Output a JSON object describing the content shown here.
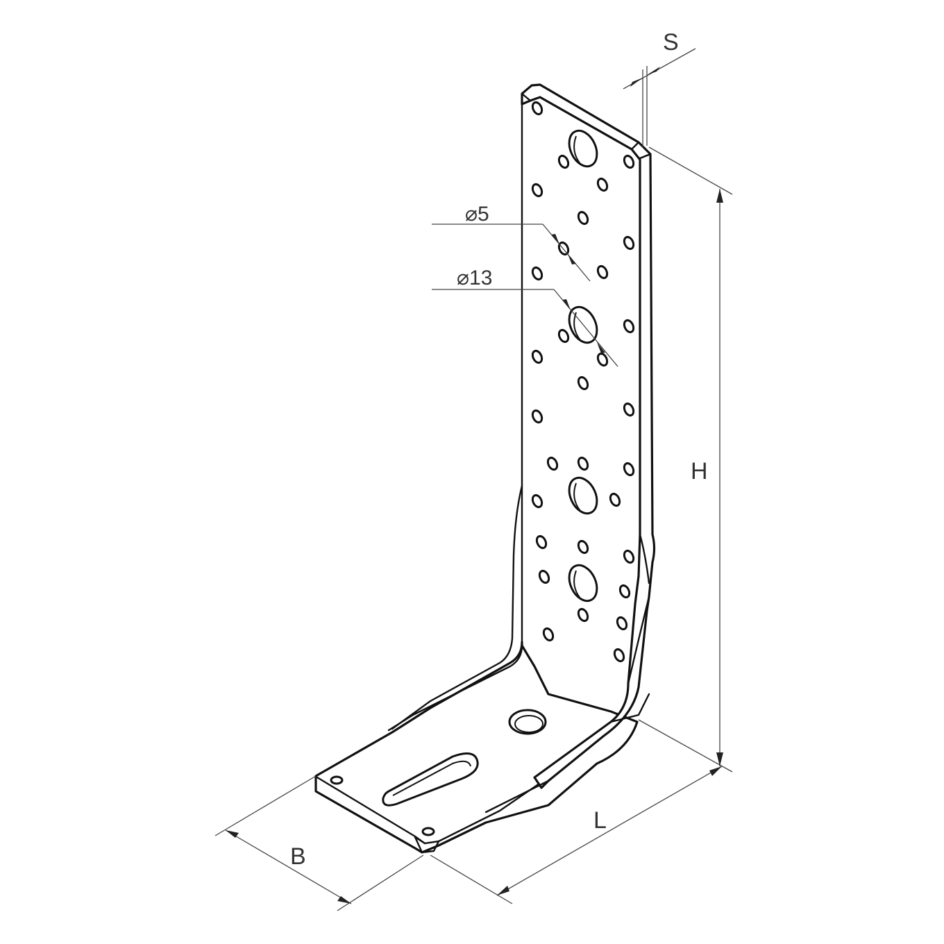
{
  "labels": {
    "thickness": "S",
    "height": "H",
    "length": "L",
    "width": "B",
    "small_hole_diameter": "⌀5",
    "large_hole_diameter": "⌀13"
  },
  "colors": {
    "line": "#111111",
    "dimension_line": "#444444",
    "text": "#333333",
    "background": "#ffffff"
  }
}
